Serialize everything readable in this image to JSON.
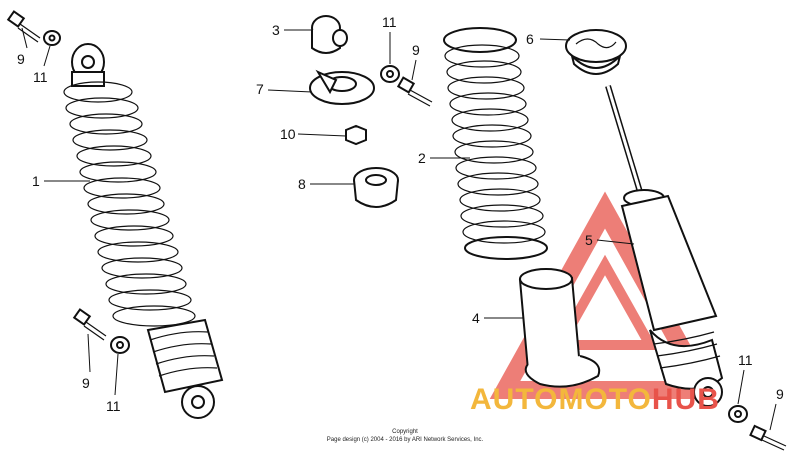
{
  "callouts": [
    {
      "id": "c9a",
      "text": "9"
    },
    {
      "id": "c11a",
      "text": "11"
    },
    {
      "id": "c1",
      "text": "1"
    },
    {
      "id": "c9b",
      "text": "9"
    },
    {
      "id": "c11b",
      "text": "11"
    },
    {
      "id": "c3",
      "text": "3"
    },
    {
      "id": "c7",
      "text": "7"
    },
    {
      "id": "c10",
      "text": "10"
    },
    {
      "id": "c8",
      "text": "8"
    },
    {
      "id": "c11c",
      "text": "11"
    },
    {
      "id": "c9c",
      "text": "9"
    },
    {
      "id": "c2",
      "text": "2"
    },
    {
      "id": "c4",
      "text": "4"
    },
    {
      "id": "c6",
      "text": "6"
    },
    {
      "id": "c5",
      "text": "5"
    },
    {
      "id": "c11d",
      "text": "11"
    },
    {
      "id": "c9d",
      "text": "9"
    }
  ],
  "copyright": {
    "line1": "Copyright",
    "line2": "Page design (c) 2004 - 2016 by ARI Network Services, Inc."
  },
  "watermark": {
    "word_a": "AUTOMOTO",
    "word_b": "HUB",
    "color_a": "#f3b73c",
    "color_b": "#e8534a",
    "logo_color": "#e8534a"
  }
}
